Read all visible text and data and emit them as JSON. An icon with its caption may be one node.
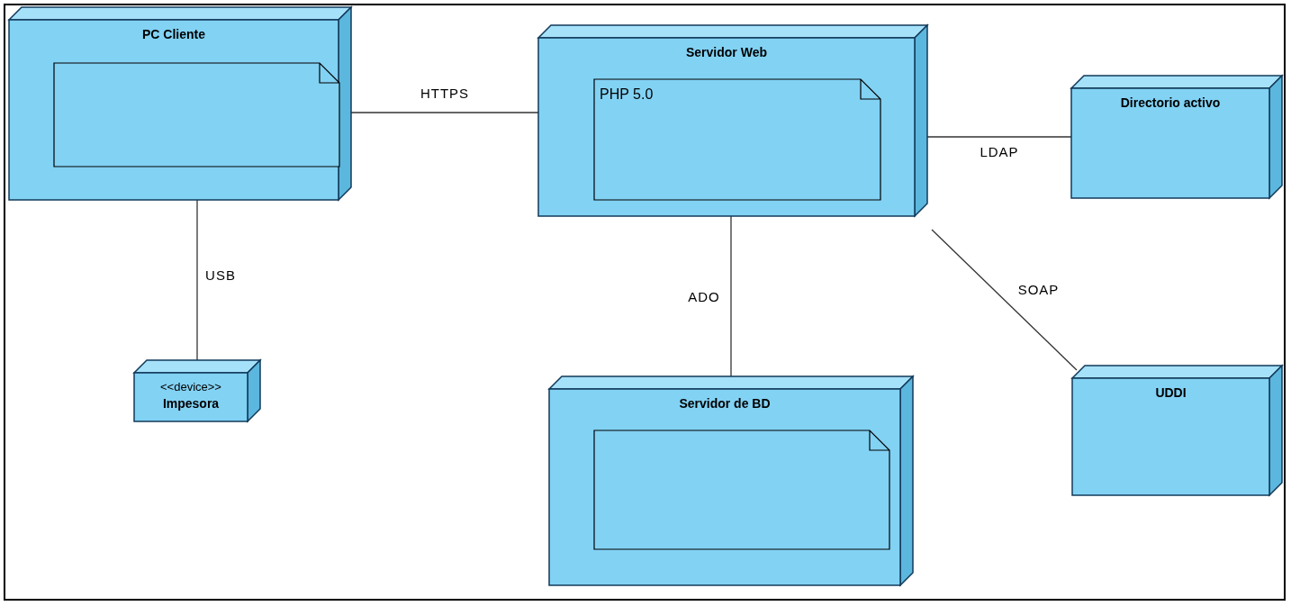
{
  "diagram": {
    "nodes": [
      {
        "text": [
          "PC Cliente"
        ]
      },
      {
        "text": [],
        "shape": "note",
        "in": 0
      },
      {
        "text": [
          "Servidor Web"
        ]
      },
      {
        "text": [
          "PHP 5.0"
        ],
        "in": 2
      },
      {
        "text": [
          "Directorio activo"
        ]
      },
      {
        "text": [
          "<<device>>",
          "Impesora"
        ]
      },
      {
        "text": [
          "Servidor de BD"
        ]
      },
      {
        "text": [],
        "shape": "note",
        "in": 6
      },
      {
        "text": [
          "UDDI"
        ]
      }
    ],
    "edges": [
      {
        "from": 0,
        "to": 2,
        "arrow": "none",
        "label": "HTTPS"
      },
      {
        "from": 2,
        "to": 4,
        "arrow": "none",
        "label": "LDAP"
      },
      {
        "from": 0,
        "to": 5,
        "arrow": "none",
        "label": "USB"
      },
      {
        "from": 2,
        "to": 6,
        "arrow": "none",
        "label": "ADO"
      },
      {
        "from": 2,
        "to": 8,
        "arrow": "none",
        "label": "SOAP"
      }
    ]
  }
}
